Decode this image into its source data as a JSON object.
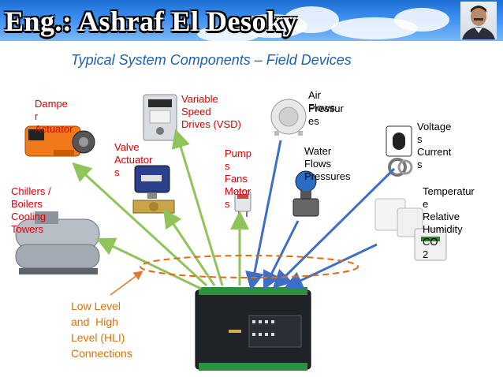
{
  "header": {
    "author": "Eng.: Ashraf El Desoky"
  },
  "slide": {
    "title": "Typical System Components – Field Devices"
  },
  "labels": {
    "damper_actuator": "Dampe\nr\nActuator",
    "vsd": "Variable\nSpeed\nDrives (VSD)",
    "valve_actuators": "Valve\nActuator\ns",
    "chillers": "Chillers /\nBoilers\nCooling\nTowers",
    "pumps": "Pump\ns\nFans\nMotor\ns",
    "air_flows": "Air\nFlows",
    "air_pressures": "Pressur\nes",
    "water": "Water\nFlows\nPressures",
    "voltage_current": "Voltage\ns\nCurrent\ns",
    "temperature": "Temperatur\ne\nRelative\nHumidity\nCO\n2",
    "connections": "Low Level\nand  High\nLevel (HLI)\nConnections"
  },
  "colors": {
    "title": "#1f5fae",
    "device_labels": "#e00000",
    "connection_label": "#e07000",
    "arrow_green": "#8fc45a",
    "arrow_blue": "#3f6fc4",
    "bus_ellipse": "#e86a10"
  }
}
